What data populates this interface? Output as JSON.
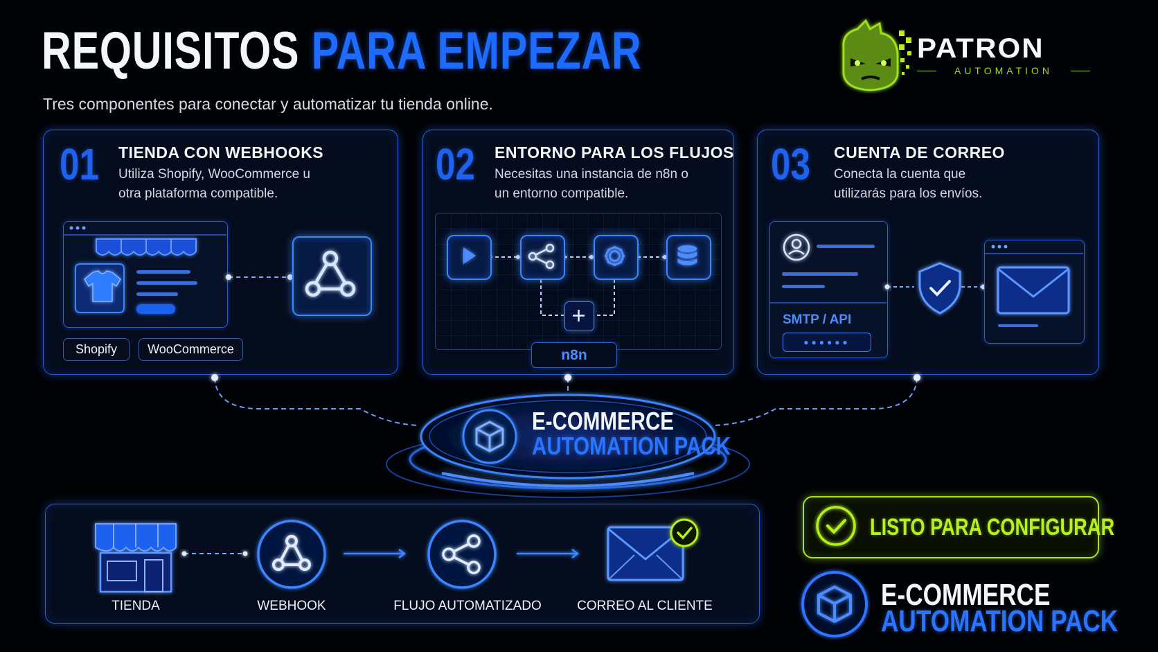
{
  "header": {
    "title_white": "REQUISITOS",
    "title_blue": "PARA EMPEZAR",
    "subtitle": "Tres componentes para conectar y automatizar tu tienda online."
  },
  "logo": {
    "name": "PATRON",
    "tagline": "AUTOMATION",
    "icon": "mascot-head-icon"
  },
  "cards": [
    {
      "number": "01",
      "title": "TIENDA CON WEBHOOKS",
      "description": "Utiliza Shopify, WooCommerce u otra plataforma compatible.",
      "tags": [
        "Shopify",
        "WooCommerce"
      ],
      "icons": [
        "storefront-icon",
        "tshirt-icon",
        "webhook-icon"
      ]
    },
    {
      "number": "02",
      "title": "ENTORNO PARA LOS FLUJOS",
      "description": "Necesitas una instancia de n8n o un entorno compatible.",
      "tag": "n8n",
      "icons": [
        "play-icon",
        "share-nodes-icon",
        "gear-icon",
        "database-icon",
        "plus-icon"
      ]
    },
    {
      "number": "03",
      "title": "CUENTA DE CORREO",
      "description": "Conecta la cuenta que utilizarás para los envíos.",
      "protocol": "SMTP / API",
      "password_mask": "●●●●●●",
      "icons": [
        "user-icon",
        "shield-check-icon",
        "envelope-icon"
      ]
    }
  ],
  "hub": {
    "line1": "E-COMMERCE",
    "line2": "AUTOMATION PACK",
    "icon": "cube-icon"
  },
  "flow": {
    "steps": [
      {
        "label": "TIENDA",
        "icon": "store-icon"
      },
      {
        "label": "WEBHOOK",
        "icon": "webhook-icon"
      },
      {
        "label": "FLUJO AUTOMATIZADO",
        "icon": "share-nodes-icon"
      },
      {
        "label": "CORREO AL CLIENTE",
        "icon": "envelope-check-icon"
      }
    ]
  },
  "status": {
    "label": "LISTO PARA CONFIGURAR",
    "icon": "check-circle-icon",
    "color": "#b6f01e"
  },
  "brand": {
    "line1": "E-COMMERCE",
    "line2": "AUTOMATION PACK",
    "icon": "cube-icon"
  },
  "colors": {
    "accent_blue": "#1e6cff",
    "accent_green": "#a8e61e",
    "background": "#000205"
  }
}
